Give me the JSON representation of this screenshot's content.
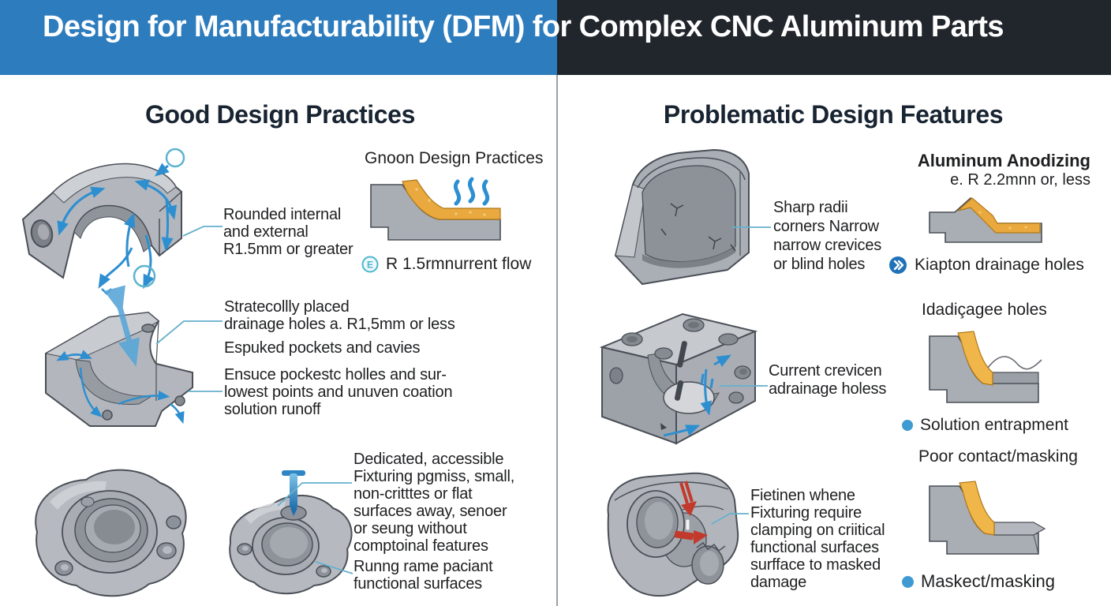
{
  "colors": {
    "header-blue": "#2d7cbe",
    "header-dark": "#21262d",
    "heading-text": "#182431",
    "body-text": "#1e1f21",
    "leader": "#66b0cd",
    "arrow-blue": "#2e8fd0",
    "coating-orange": "#e9a93f",
    "bullet-blue": "#3f9ad1",
    "icon-teal": "#4ab5cf",
    "icon-circle-blue": "#1f72b8",
    "red-arrow": "#c23a2c",
    "part-gray": "#b2b6bc",
    "divider": "#9aa0a5"
  },
  "header": {
    "title": "Design for Manufacturability (DFM) for Complex CNC Aluminum Parts"
  },
  "left": {
    "heading": "Good Design Practices",
    "note_rounded": {
      "lines": [
        "Rounded internal",
        "and external",
        "R1.5mm or greater"
      ]
    },
    "inset_good": {
      "title": "Gnoon Design Practices",
      "icon_letter": "E",
      "caption": "R 1.5rmnurrent flow"
    },
    "note_drainage": {
      "lines": [
        "Stratecollly placed",
        "drainage holes a. R1,5mm or less"
      ]
    },
    "note_pockets": {
      "lines": [
        "Espuked pockets and cavies"
      ]
    },
    "note_runoff": {
      "lines": [
        "Ensuce pockestc holles and sur-",
        "lowest points and unuven coation",
        "solution runoff"
      ]
    },
    "note_fixturing": {
      "lines": [
        "Dedicated, accessible",
        "Fixturing pgmiss, small,",
        "non-critttes or flat",
        "surfaces away, senoer",
        "or seung without",
        "comptoinal features"
      ]
    },
    "note_functional": {
      "lines": [
        "Runng rame paciant",
        "functional surfaces"
      ]
    }
  },
  "right": {
    "heading": "Problematic Design Features",
    "note_sharp": {
      "lines": [
        "Sharp radii",
        "corners Narrow",
        "narrow crevices",
        "or blind holes"
      ]
    },
    "inset_anodizing": {
      "title": "Aluminum Anodizing",
      "subtitle": "e. R 2.2mnn or, less",
      "caption": "Kiapton drainage holes"
    },
    "note_crevice": {
      "lines": [
        "Current crevicen",
        "adrainage holess"
      ]
    },
    "inset_holes": {
      "title": "Idadiçagee holes",
      "caption": "Solution entrapment"
    },
    "note_fixture": {
      "lines": [
        "Fietinen whene",
        "Fixturing require",
        "clamping on criitical",
        "functional surfaces",
        "surfface to masked",
        "damage"
      ]
    },
    "inset_masking": {
      "title": "Poor contact/masking",
      "caption": "Maskect/masking"
    }
  }
}
